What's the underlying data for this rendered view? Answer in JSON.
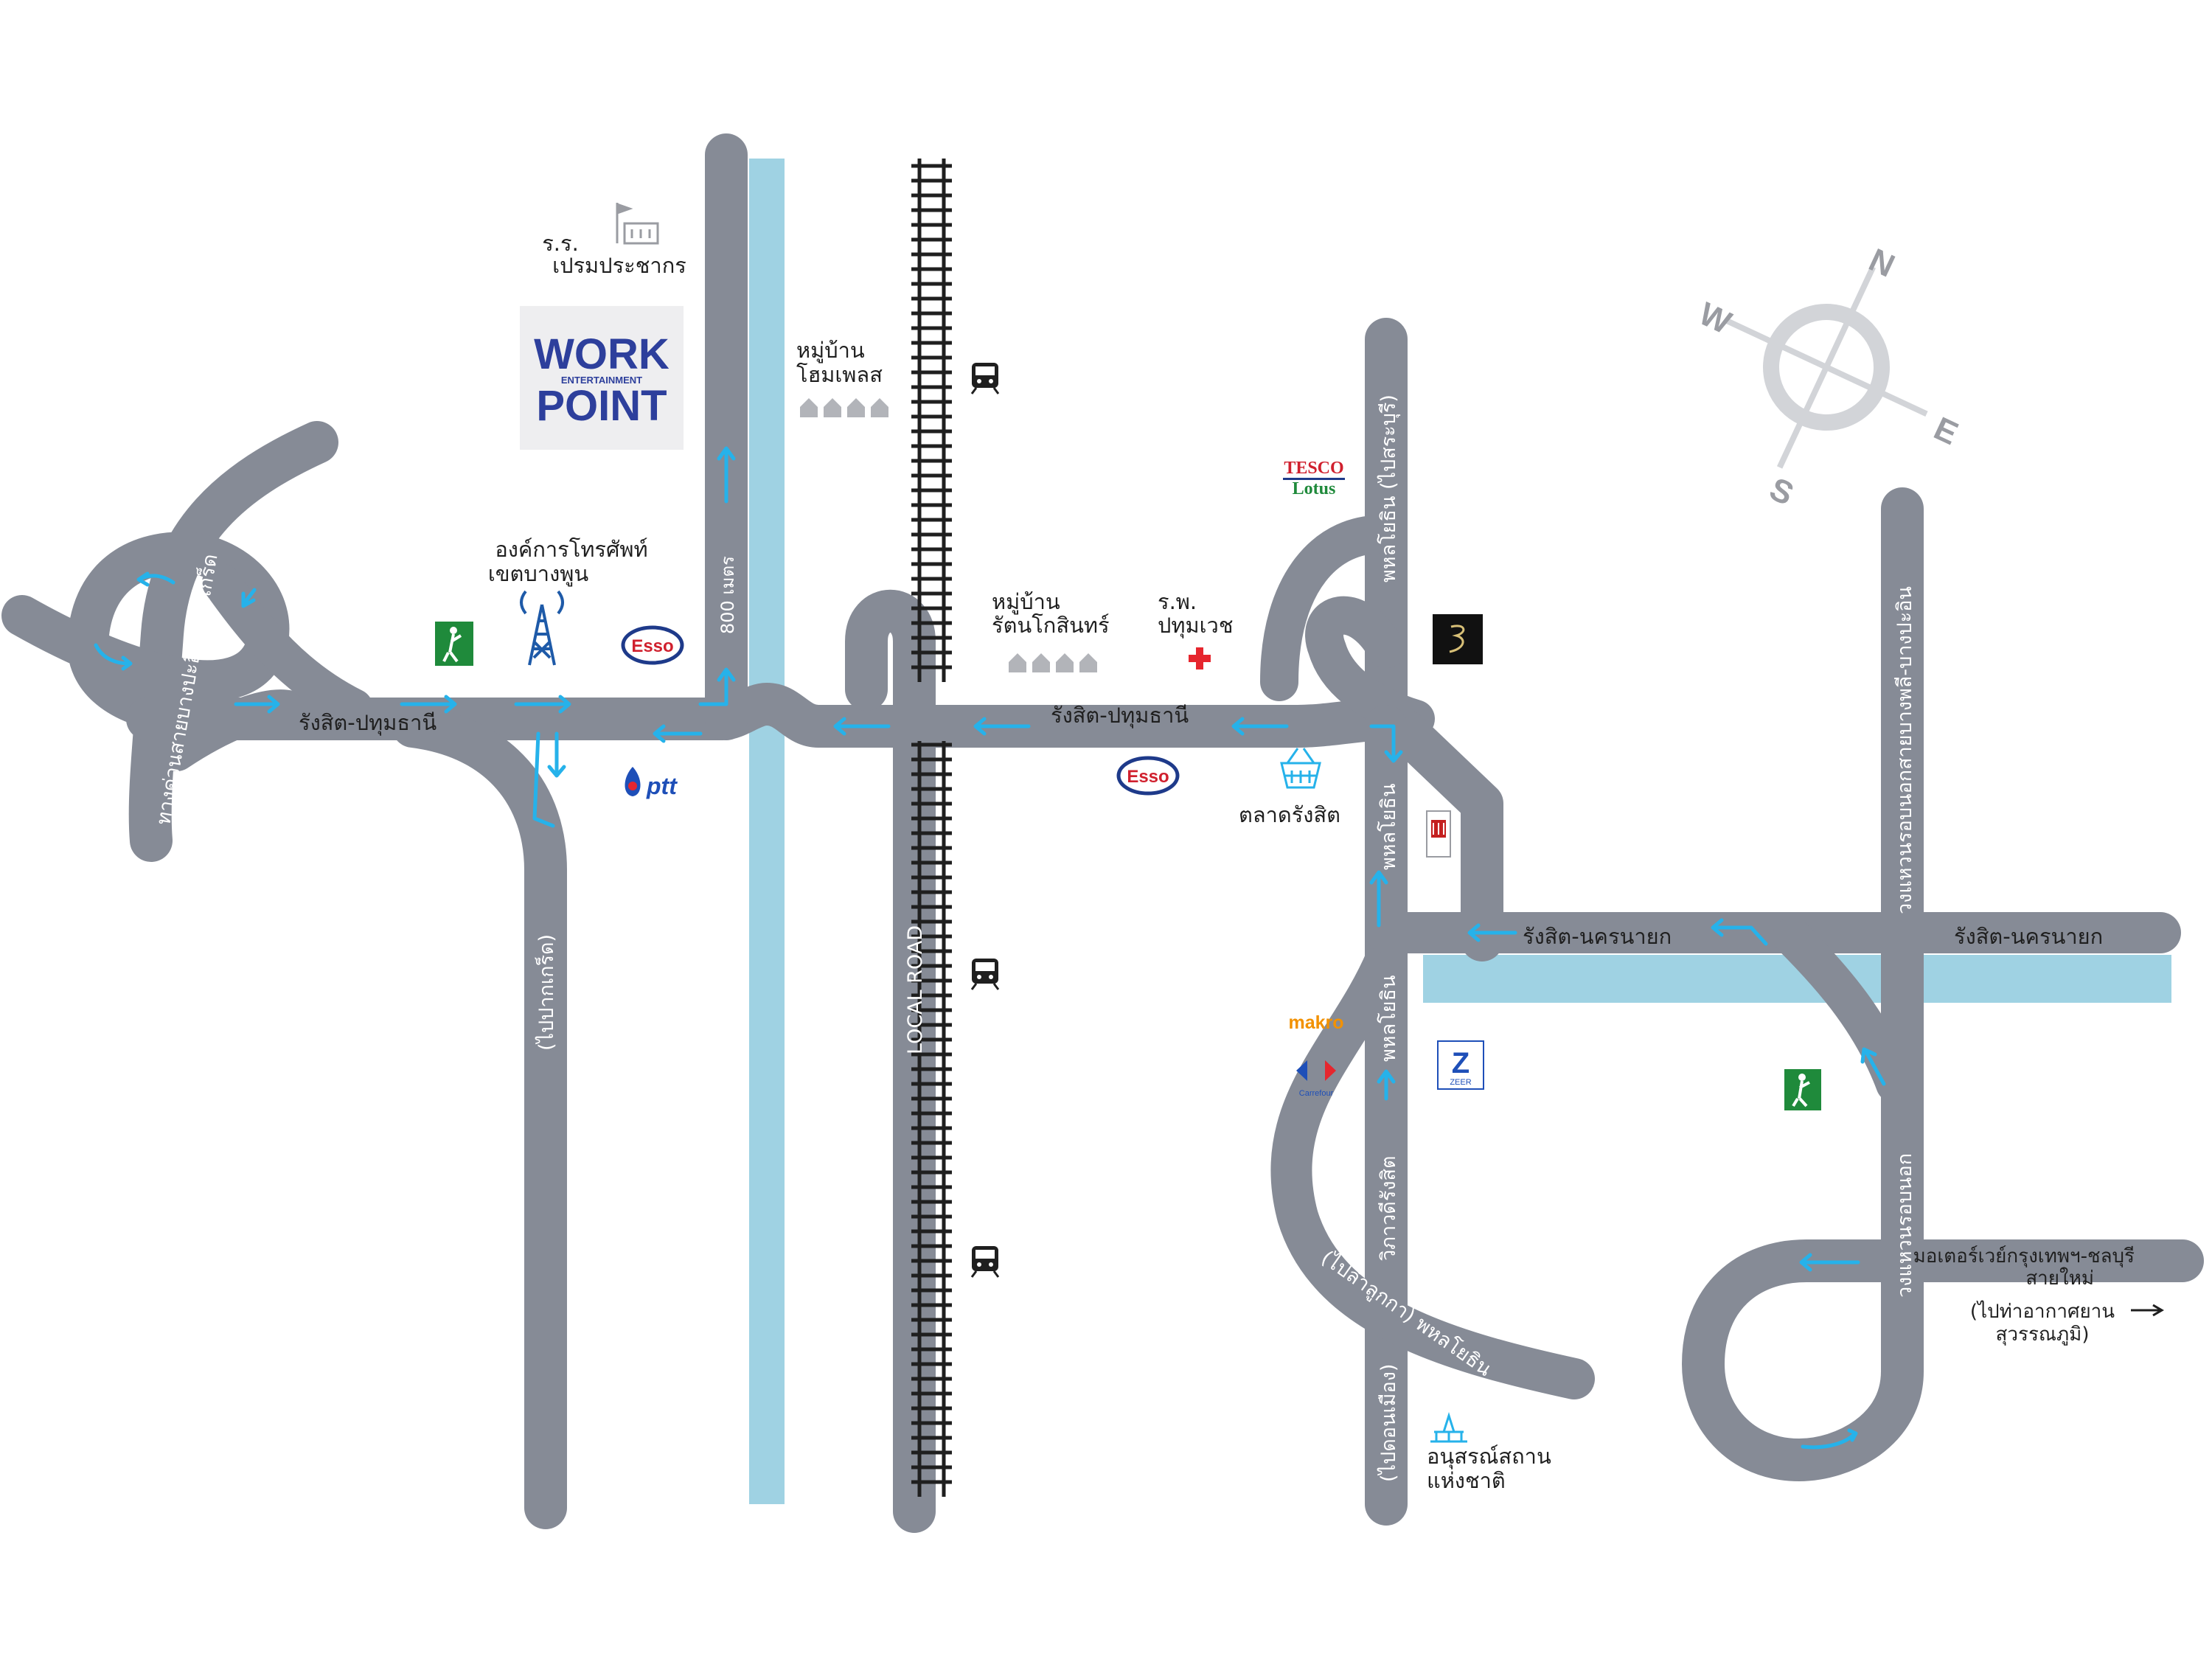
{
  "roads": {
    "rangsit_pathum_west": "รังสิต-ปทุมธานี",
    "rangsit_pathum_east": "รังสิต-ปทุมธานี",
    "expressway_bangpain_pakkret": "ทางด่วนสายบางปะอิน-ปากเกร็ด",
    "to_pakkret": "(ไปปากเกร็ด)",
    "distance_800m": "800 เมตร",
    "local_road": "LOCAL ROAD",
    "phahon_to_saraburi": "พหลโยธิน (ไปสระบุรี)",
    "phahon_mid": "พหลโยธิน",
    "phahon_lower": "พหลโยธิน",
    "vibhavadi_rangsit": "วิภาวดีรังสิต",
    "to_lukkae_phahon": "(ไปลำลูกกา) พหลโยธิน",
    "to_donmueang": "(ไปดอนเมือง)",
    "rangsit_nakhonnayok_mid": "รังสิต-นครนายก",
    "rangsit_nakhonnayok_east": "รังสิต-นครนายก",
    "ring_road_bangphli_bangpain": "วงแหวนรอบนอกสายบางพลี-บางปะอิน",
    "outer_ring_road": "วงแหวนรอบนอก"
  },
  "places": {
    "school": "ร.ร. เปรมประชากร",
    "village_home_place": "หมู่บ้าน โฮมเพลส",
    "telephone_org": "องค์การโทรศัพท์ เขตบางพูน",
    "village_rattanakosin": "หมู่บ้าน รัตนโกสินทร์",
    "hospital": "ร.พ. ปทุมเวช",
    "market": "ตลาดรังสิต",
    "monument": "อนุสรณ์สถาน แห่งชาติ",
    "motorway": "มอเตอร์เวย์กรุงเทพฯ-ชลบุรี สายใหม่",
    "to_airport": "(ไปท่าอากาศยาน สุวรรณภูมิ)"
  },
  "logos": {
    "workpoint_line1": "WORK",
    "workpoint_line2": "ENTERTAINMENT",
    "workpoint_line3": "POINT",
    "esso": "Esso",
    "ptt": "ptt",
    "tesco": "TESCO",
    "lotus": "Lotus",
    "makro": "makro",
    "carrefour": "Carrefour",
    "zeer": "ZEER"
  },
  "compass": {
    "north": "N",
    "east": "E",
    "south": "S",
    "west": "W"
  },
  "colors": {
    "road": "#868b96",
    "river": "#9fd2e3",
    "arrow": "#26b2ea",
    "railway": "#1f1f1f",
    "golf": "#1f8a3b",
    "compass": "#d2d4d8"
  }
}
